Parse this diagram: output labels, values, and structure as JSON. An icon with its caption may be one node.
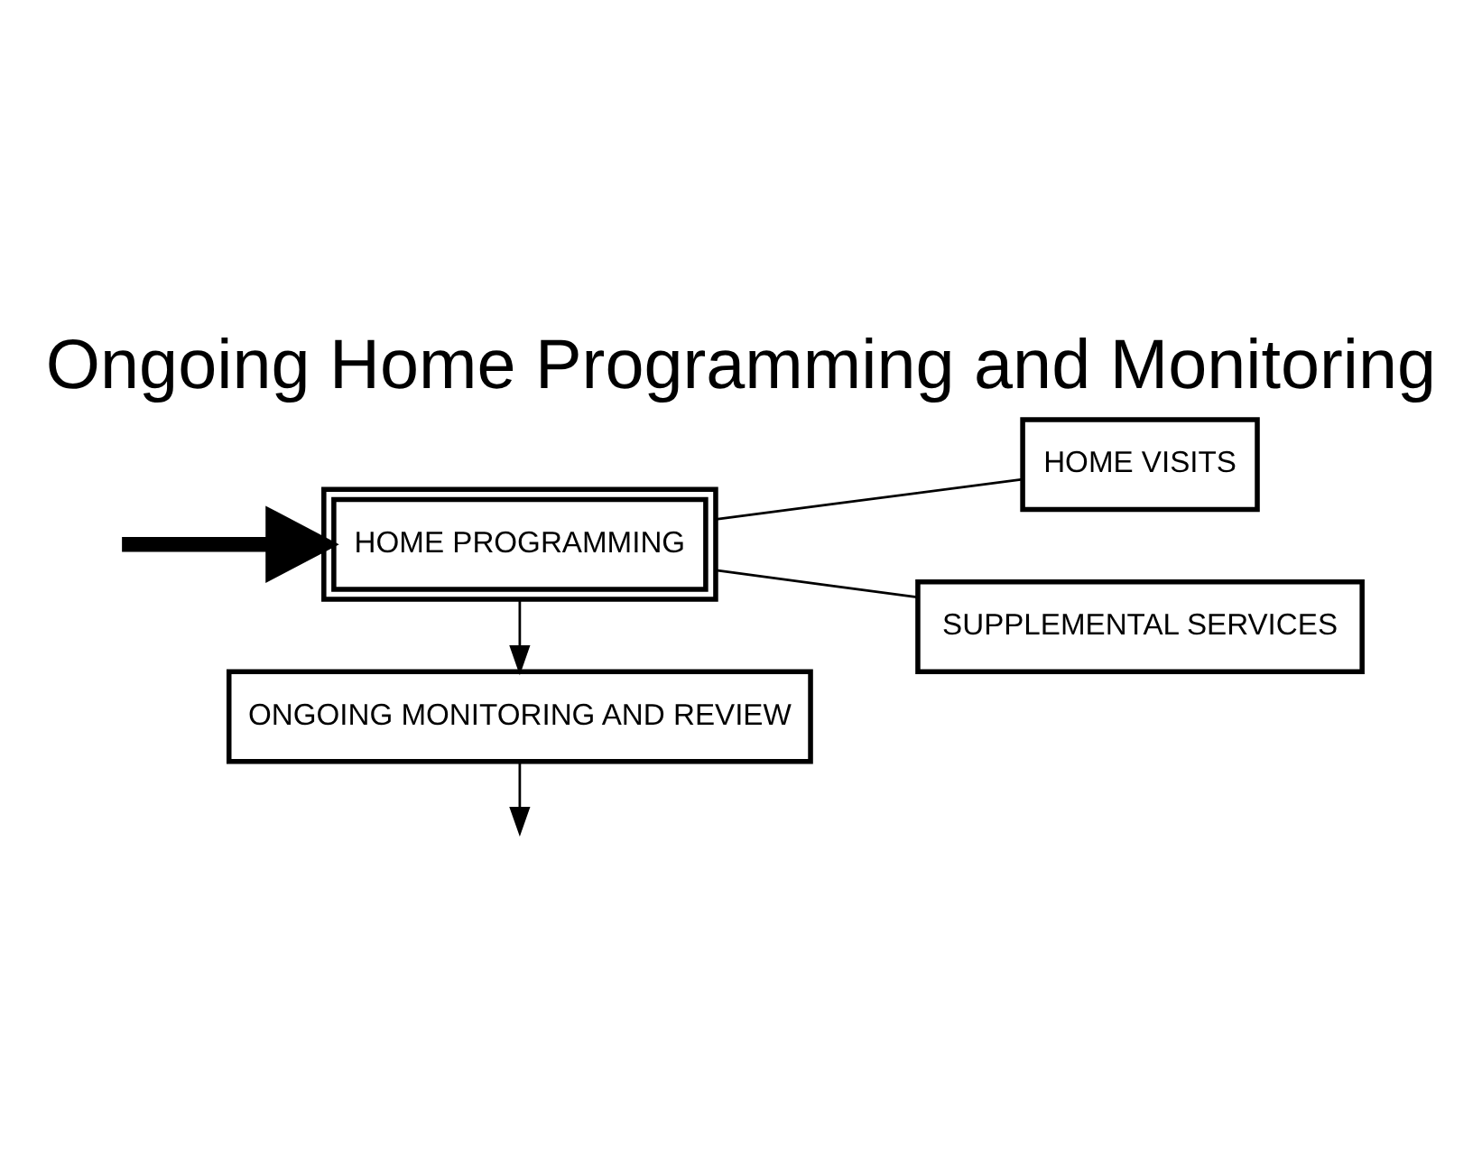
{
  "diagram": {
    "title": "Ongoing Home Programming and Monitoring",
    "nodes": [
      {
        "text": [
          "HOME PROGRAMMING"
        ]
      },
      {
        "text": [
          "HOME VISITS"
        ]
      },
      {
        "text": [
          "SUPPLEMENTAL SERVICES"
        ]
      },
      {
        "text": [
          "ONGOING MONITORING AND REVIEW"
        ]
      }
    ],
    "edges": [
      {
        "from": null,
        "to": 0,
        "arrow": "to",
        "style": "thick"
      },
      {
        "from": 0,
        "to": 1,
        "arrow": "none"
      },
      {
        "from": 0,
        "to": 2,
        "arrow": "none"
      },
      {
        "from": 0,
        "to": 3,
        "arrow": "to"
      },
      {
        "from": 3,
        "to": null,
        "arrow": "to"
      }
    ]
  }
}
